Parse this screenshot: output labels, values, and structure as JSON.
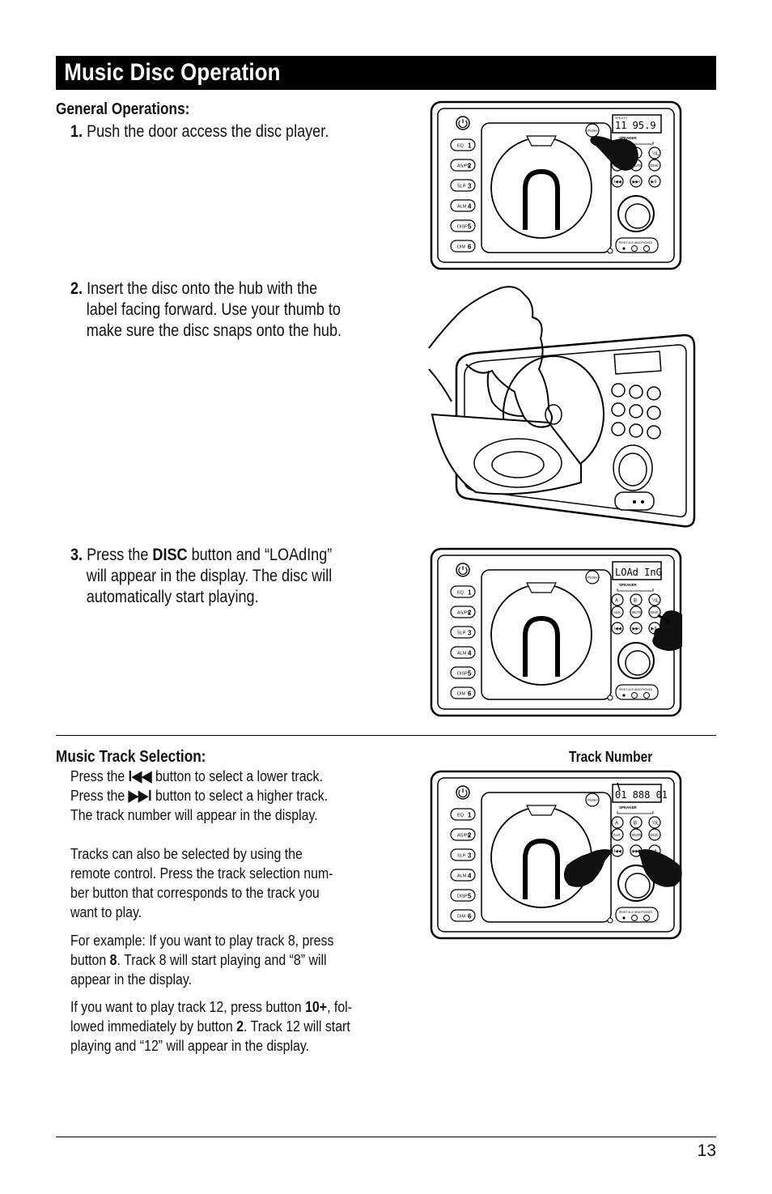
{
  "header": {
    "title": "Music Disc Operation"
  },
  "general": {
    "heading": "General Operations:",
    "step1": {
      "num": "1.",
      "text": "Push the door access the disc player."
    },
    "step2": {
      "num": "2.",
      "lines": [
        "Insert the disc onto the hub with the",
        "label facing forward. Use your thumb to",
        "make sure the disc snaps onto the hub."
      ]
    },
    "step3": {
      "num": "3.",
      "pre": "Press the ",
      "bold": "DISC",
      "post": " button and “LOAdIng”",
      "lines": [
        "will appear in the display. The disc will",
        "automatically start playing."
      ]
    }
  },
  "track": {
    "heading": "Music Track Selection:",
    "label_track_number": "Track Number",
    "p1": {
      "l1_pre": "Press the ",
      "l1_icon": "I◀◀",
      "l1_post": " button to select a lower track.",
      "l2_pre": "Press the  ",
      "l2_icon": "▶▶I",
      "l2_post": " button to select a higher track.",
      "l3": "The track number will appear in the display."
    },
    "p2": [
      "Tracks can also be selected by using the",
      "remote control. Press the track selection num-",
      "ber button that corresponds to the track you",
      "want to play."
    ],
    "p3": {
      "l1": "For example: If you want to play track 8, press",
      "l2_pre": "button ",
      "l2_bold": "8",
      "l2_post": ". Track 8 will start playing and “8” will",
      "l3": "appear in the display."
    },
    "p4": {
      "l1_pre": "If you want to play track 12, press button ",
      "l1_bold": "10+",
      "l1_post": ", fol-",
      "l2_pre": "lowed immediately by button ",
      "l2_bold": "2",
      "l2_post": ". Track 12 will start",
      "l3": "playing and “12” will appear in the display."
    }
  },
  "device": {
    "push": "PUSH",
    "speaker": "SPEAKER",
    "left_buttons": [
      {
        "label": "EQ",
        "num": "1"
      },
      {
        "label": "AS/PS",
        "num": "2"
      },
      {
        "label": "SLP",
        "num": "3"
      },
      {
        "label": "ALM",
        "num": "4"
      },
      {
        "label": "DISP",
        "num": "5"
      },
      {
        "label": "DIM",
        "num": "6"
      }
    ],
    "right_row1": [
      "A",
      "B",
      "½L"
    ],
    "right_row2": [
      "AUX",
      "MUTE",
      "DISC"
    ],
    "jacks": "RESET  AUX  HEADPHONES",
    "display1": "11  95.9",
    "display1_small": "SPK A          FT",
    "display2": "LOAd InG",
    "display3": "01 888 01"
  },
  "page_number": "13"
}
